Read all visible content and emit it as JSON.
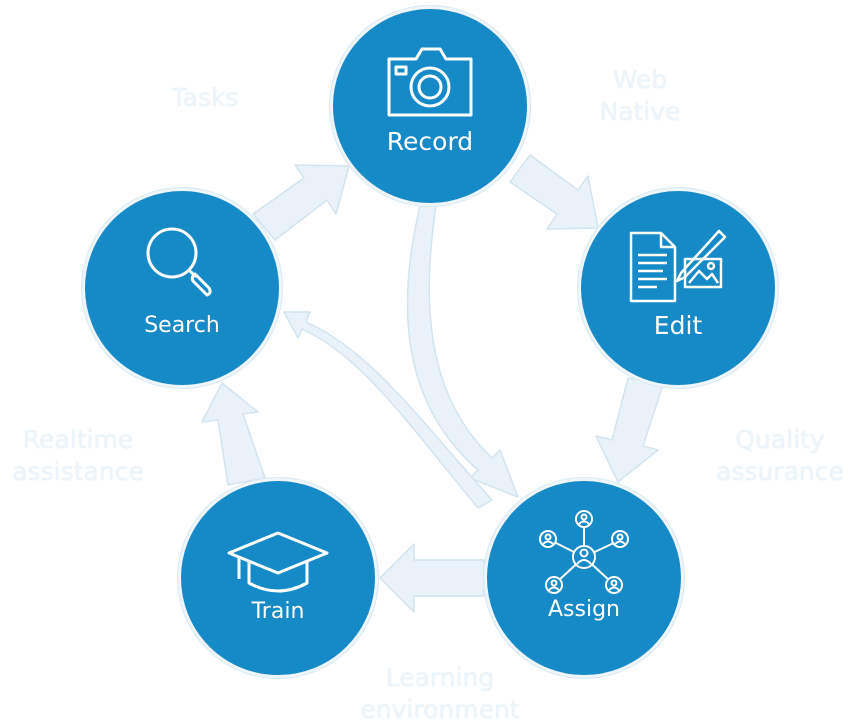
{
  "colors": {
    "node_fill": "#1689c7",
    "node_ring": "#eef6fb",
    "arrow": "#e6f0f6",
    "arrow_edge": "#d3e4ee",
    "edge_text": "#edf5fa"
  },
  "nodes": {
    "record": {
      "label": "Record",
      "icon": "camera-icon"
    },
    "edit": {
      "label": "Edit",
      "icon": "document-pen-icon"
    },
    "assign": {
      "label": "Assign",
      "icon": "network-people-icon"
    },
    "train": {
      "label": "Train",
      "icon": "graduation-cap-icon"
    },
    "search": {
      "label": "Search",
      "icon": "magnifier-icon"
    }
  },
  "edge_labels": {
    "tasks": "Tasks",
    "web_native": "Web\nNative",
    "quality_assurance": "Quality\nassurance",
    "learning_environment": "Learning\nenvironment",
    "realtime_assistance": "Realtime\nassistance"
  }
}
